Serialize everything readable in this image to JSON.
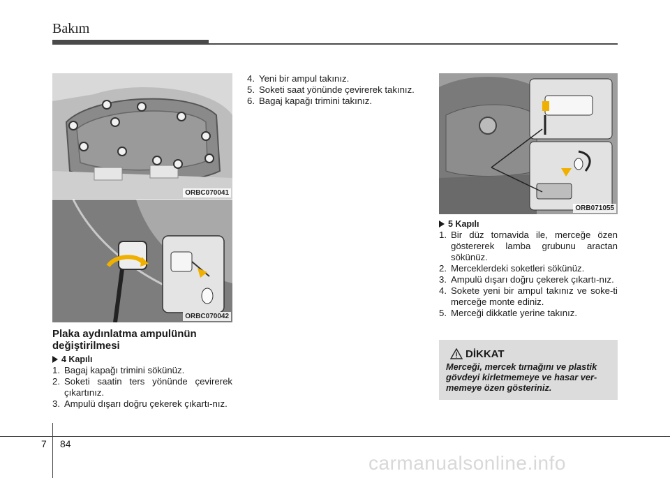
{
  "header": {
    "title": "Bakım"
  },
  "figures": {
    "trunk_lid": {
      "code": "ORBC070041",
      "label": "trunk lid inner trim with clip locations"
    },
    "bulb_socket": {
      "code": "ORBC070042",
      "label": "license plate lamp socket removal"
    },
    "rear_view": {
      "code": "ORB071055",
      "label": "rear of vehicle with license lamp detail"
    }
  },
  "left_section": {
    "heading": "Plaka aydınlatma ampulünün değiştirilmesi",
    "subheading": "4 Kapılı",
    "steps": [
      {
        "num": "1.",
        "text": "Bagaj kapağı trimini sökünüz."
      },
      {
        "num": "2.",
        "text": "Soketi saatin ters yönünde çevirerek çıkartınız."
      },
      {
        "num": "3.",
        "text": "Ampulü dışarı doğru çekerek çıkartı-nız."
      }
    ]
  },
  "middle_section": {
    "steps": [
      {
        "num": "4.",
        "text": "Yeni bir ampul takınız."
      },
      {
        "num": "5.",
        "text": "Soketi saat yönünde çevirerek takınız."
      },
      {
        "num": "6.",
        "text": "Bagaj kapağı trimini takınız."
      }
    ]
  },
  "right_section": {
    "subheading": "5 Kapılı",
    "steps": [
      {
        "num": "1.",
        "text": "Bir düz tornavida ile, merceğe özen göstererek lamba grubunu aractan sökünüz."
      },
      {
        "num": "2.",
        "text": "Merceklerdeki soketleri sökünüz."
      },
      {
        "num": "3.",
        "text": "Ampulü dışarı doğru çekerek çıkartı-nız."
      },
      {
        "num": "4.",
        "text": "Sokete yeni bir ampul takınız ve soke-ti merceğe monte ediniz."
      },
      {
        "num": "5.",
        "text": "Merceği dikkatle yerine takınız."
      }
    ]
  },
  "caution": {
    "title": "DİKKAT",
    "text": "Merceği, mercek tırnağını ve plastik gövdeyi kirletmemeye ve hasar ver-memeye özen gösteriniz.",
    "icon": "warning-triangle-icon"
  },
  "footer": {
    "chapter": "7",
    "page": "84"
  },
  "watermark": "carmanualsonline.info"
}
